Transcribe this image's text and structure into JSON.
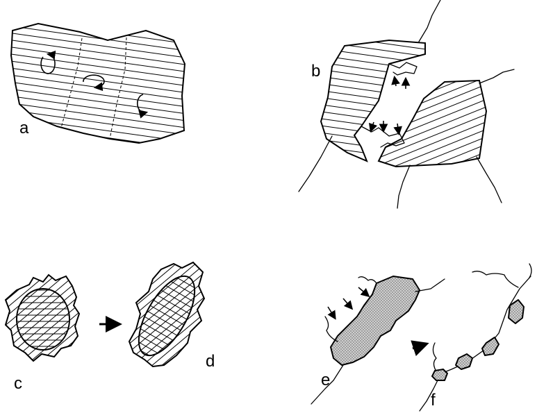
{
  "panels": [
    {
      "id": "a",
      "label": "a"
    },
    {
      "id": "b",
      "label": "b"
    },
    {
      "id": "c",
      "label": "c"
    },
    {
      "id": "d",
      "label": "d"
    },
    {
      "id": "e",
      "label": "e"
    },
    {
      "id": "f",
      "label": "f"
    }
  ]
}
